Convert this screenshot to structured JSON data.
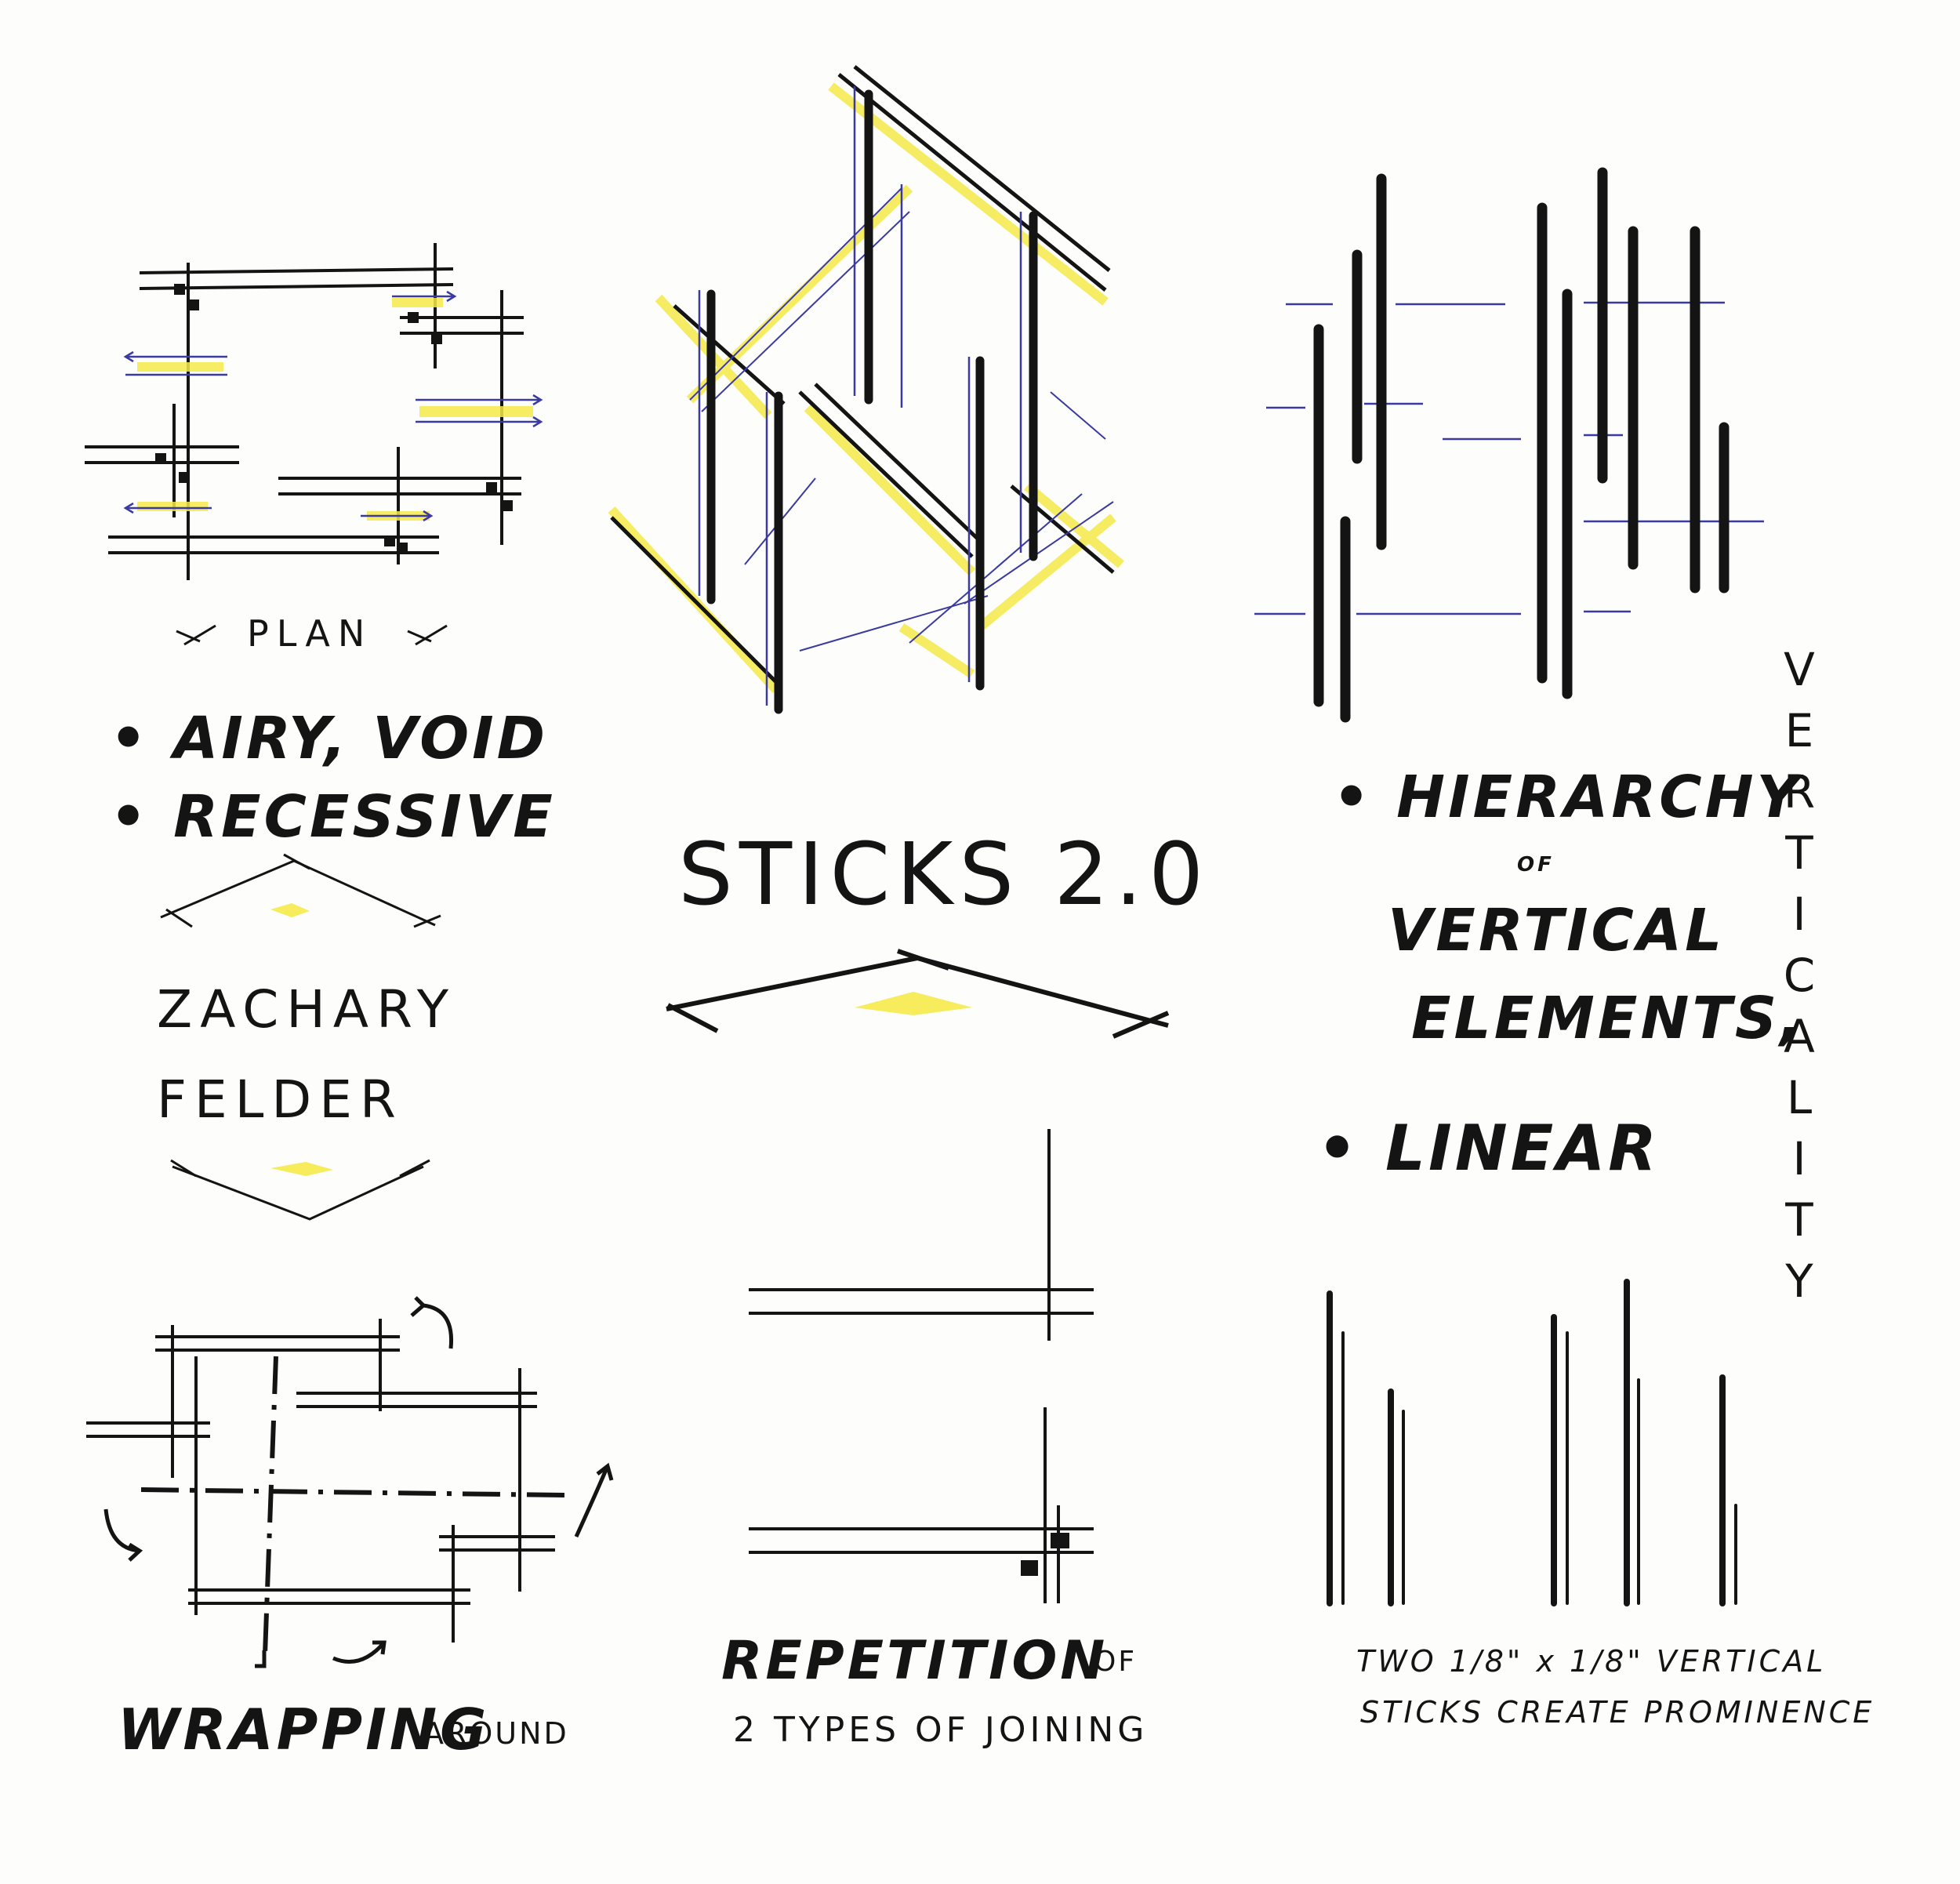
{
  "title": "STICKS 2.0",
  "plan_label": "PLAN",
  "left_bullets": [
    "AIRY, VOID",
    "RECESSIVE"
  ],
  "author": {
    "first": "ZACHARY",
    "last": "FELDER"
  },
  "right_bullets": {
    "first": [
      "HIERARCHY",
      "OF",
      "VERTICAL",
      "ELEMENTS,"
    ],
    "second": "LINEAR"
  },
  "vertical_word": [
    "V",
    "E",
    "R",
    "T",
    "I",
    "C",
    "A",
    "L",
    "I",
    "T",
    "Y"
  ],
  "captions": {
    "wrapping": {
      "main": "WRAPPING",
      "small": "AROUND"
    },
    "repetition": {
      "main": "REPETITION",
      "small": "OF",
      "line2": "2 TYPES OF JOINING"
    },
    "two_sticks": {
      "line1": "TWO 1/8\" x 1/8\" VERTICAL",
      "line2": "STICKS CREATE PROMINENCE"
    }
  },
  "colors": {
    "ink": "#141414",
    "highlight": "#f5ea4a",
    "blue_ink": "#3a3aa0"
  }
}
